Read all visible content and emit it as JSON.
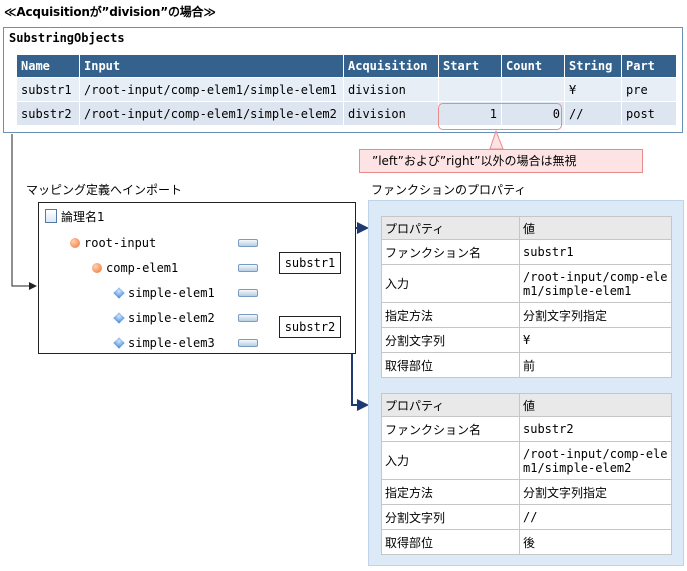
{
  "title": "≪Acquisitionが”division”の場合≫",
  "substring_objects": {
    "title": "SubstringObjects",
    "headers": [
      "Name",
      "Input",
      "Acquisition",
      "Start",
      "Count",
      "String",
      "Part"
    ],
    "rows": [
      {
        "name": "substr1",
        "input": "/root-input/comp-elem1/simple-elem1",
        "acquisition": "division",
        "start": "",
        "count": "",
        "string": "¥",
        "part": "pre"
      },
      {
        "name": "substr2",
        "input": "/root-input/comp-elem1/simple-elem2",
        "acquisition": "division",
        "start": "1",
        "count": "0",
        "string": "//",
        "part": "post"
      }
    ]
  },
  "note": "”left”および”right”以外の場合は無視",
  "mapping": {
    "section_label": "マッピング定義へインポート",
    "logical_name": "論理名1",
    "nodes": {
      "root": "root-input",
      "comp": "comp-elem1",
      "simple1": "simple-elem1",
      "simple2": "simple-elem2",
      "simple3": "simple-elem3"
    },
    "functions": [
      "substr1",
      "substr2"
    ]
  },
  "properties": {
    "section_label": "ファンクションのプロパティ",
    "tables": [
      {
        "header": [
          "プロパティ",
          "値"
        ],
        "rows": [
          [
            "ファンクション名",
            "substr1"
          ],
          [
            "入力",
            "/root-input/comp-elem1/simple-elem1"
          ],
          [
            "指定方法",
            "分割文字列指定"
          ],
          [
            "分割文字列",
            "¥"
          ],
          [
            "取得部位",
            "前"
          ]
        ]
      },
      {
        "header": [
          "プロパティ",
          "値"
        ],
        "rows": [
          [
            "ファンクション名",
            "substr2"
          ],
          [
            "入力",
            "/root-input/comp-elem1/simple-elem2"
          ],
          [
            "指定方法",
            "分割文字列指定"
          ],
          [
            "分割文字列",
            "//"
          ],
          [
            "取得部位",
            "後"
          ]
        ]
      }
    ]
  },
  "colors": {
    "table_header": "#35628d",
    "table_cell": "#e8eef5",
    "highlight": "#e88b8b",
    "note_bg": "#fde3e3",
    "panel_bg": "#dce9f7",
    "arrow": "#1f3a6e"
  }
}
